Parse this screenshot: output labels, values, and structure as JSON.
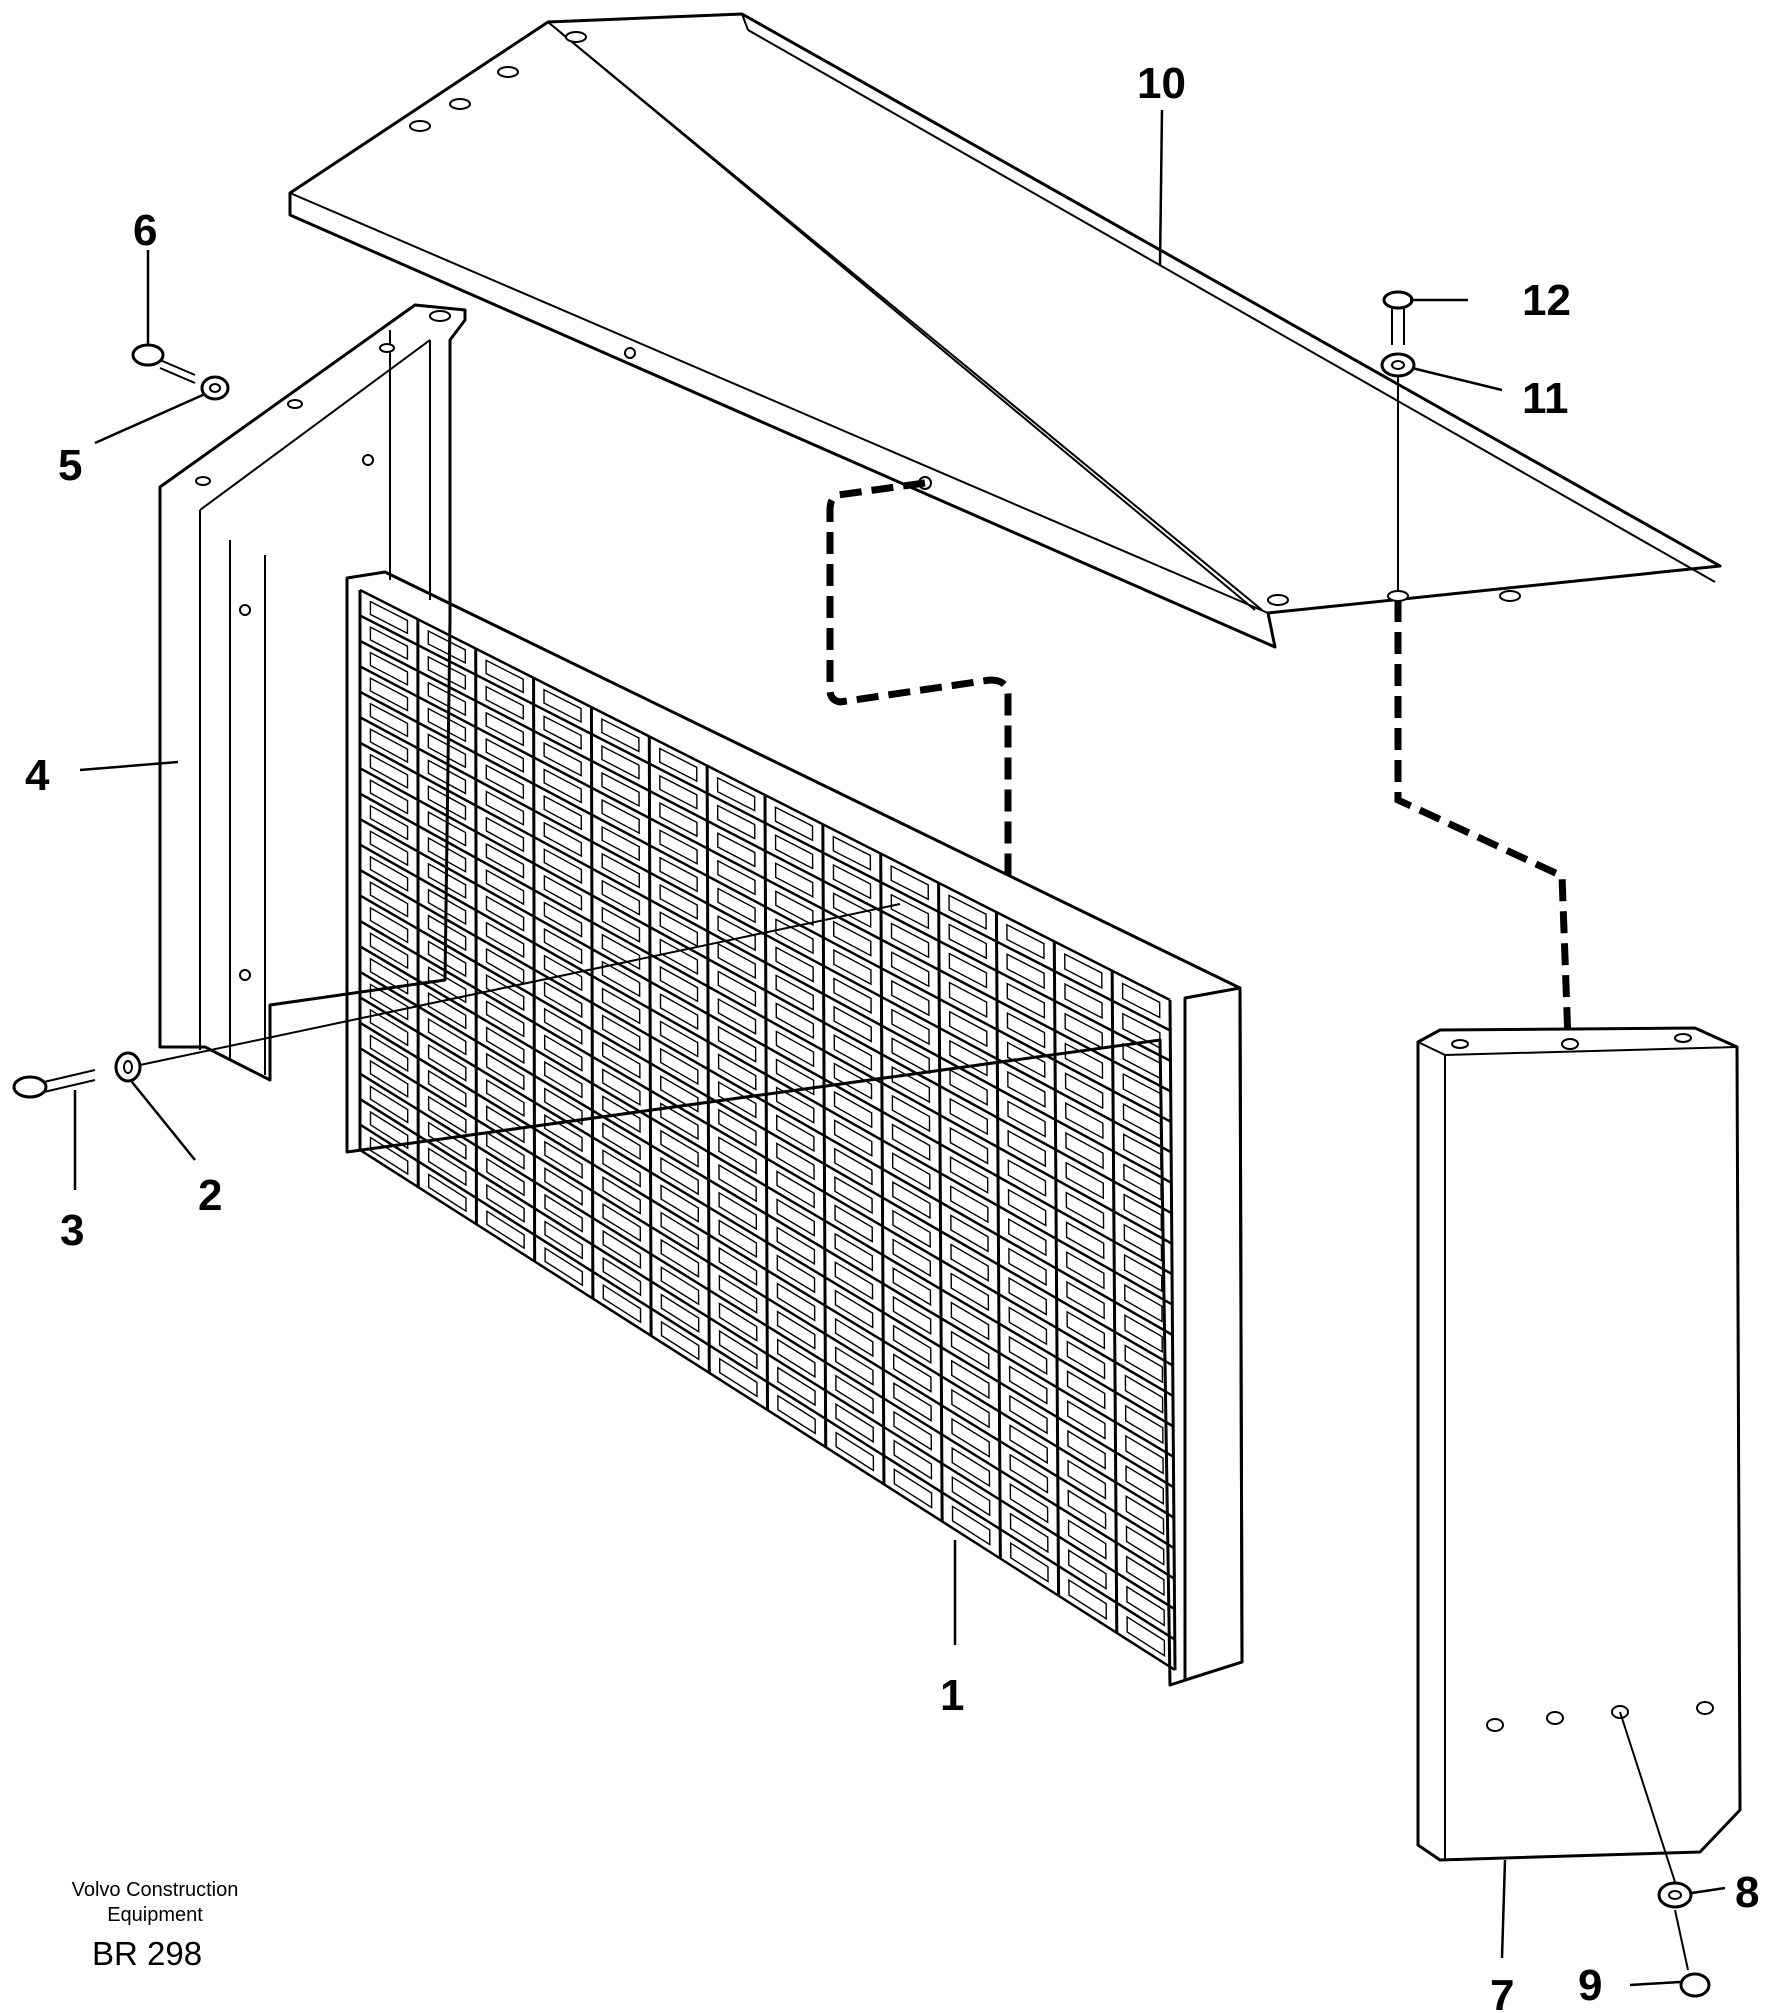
{
  "drawing": {
    "publisher_line1": "Volvo Construction",
    "publisher_line2": "Equipment",
    "illustration_code": "BR 298"
  },
  "callouts": [
    {
      "id": "c1",
      "label": "1"
    },
    {
      "id": "c2",
      "label": "2"
    },
    {
      "id": "c3",
      "label": "3"
    },
    {
      "id": "c4",
      "label": "4"
    },
    {
      "id": "c5",
      "label": "5"
    },
    {
      "id": "c6",
      "label": "6"
    },
    {
      "id": "c7",
      "label": "7"
    },
    {
      "id": "c8",
      "label": "8"
    },
    {
      "id": "c9",
      "label": "9"
    },
    {
      "id": "c10",
      "label": "10"
    },
    {
      "id": "c11",
      "label": "11"
    },
    {
      "id": "c12",
      "label": "12"
    }
  ]
}
